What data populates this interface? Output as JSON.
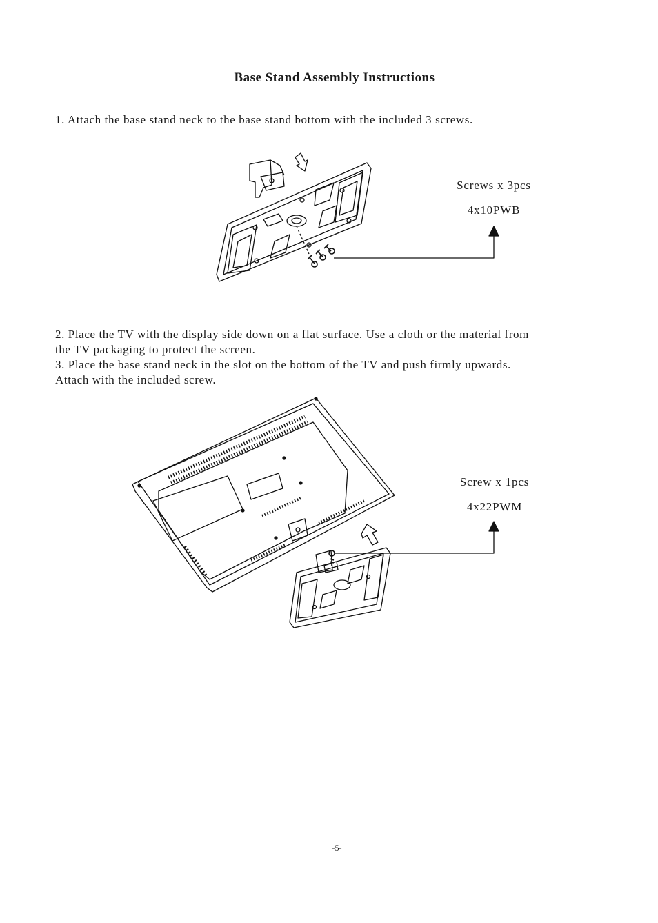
{
  "title": "Base Stand Assembly Instructions",
  "steps": {
    "step1": "1. Attach the base stand neck to the base stand bottom with the included 3 screws.",
    "step2_line1": "2. Place the TV with the display side down on a flat surface. Use a cloth or the material from",
    "step2_line2": "the TV packaging to protect the screen.",
    "step3_line1": "3. Place the base stand neck in the slot on the bottom of the TV and push firmly upwards.",
    "step3_line2": "Attach with the included screw."
  },
  "figure1": {
    "label_line1": "Screws x 3pcs",
    "label_line2": "4x10PWB"
  },
  "figure2": {
    "label_line1": "Screw x 1pcs",
    "label_line2": "4x22PWM"
  },
  "page_number": "-5-"
}
